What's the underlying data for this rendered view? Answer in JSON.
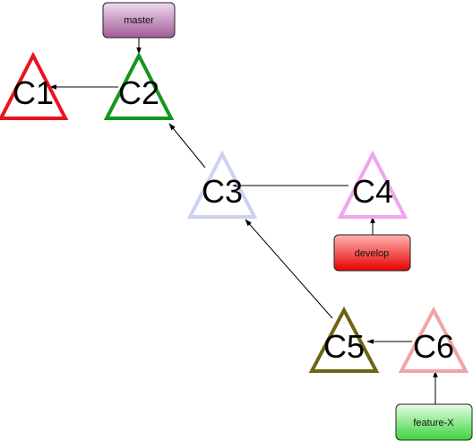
{
  "commits": [
    {
      "id": "C1",
      "label": "C1",
      "color": "#e8141e"
    },
    {
      "id": "C2",
      "label": "C2",
      "color": "#14961e"
    },
    {
      "id": "C3",
      "label": "C3",
      "color": "#cdd2f0"
    },
    {
      "id": "C4",
      "label": "C4",
      "color": "#f0a5f0"
    },
    {
      "id": "C5",
      "label": "C5",
      "color": "#6e6414"
    },
    {
      "id": "C6",
      "label": "C6",
      "color": "#f0a5a5"
    }
  ],
  "refs": [
    {
      "id": "master",
      "label": "master",
      "target": "C2",
      "gradient_top": "#f0dcf0",
      "gradient_bottom": "#a05a96"
    },
    {
      "id": "develop",
      "label": "develop",
      "target": "C4",
      "gradient_top": "#ffb4b4",
      "gradient_bottom": "#e80000"
    },
    {
      "id": "feature-X",
      "label": "feature-X",
      "target": "C6",
      "gradient_top": "#e6ffe6",
      "gradient_bottom": "#3cd23c"
    }
  ],
  "edges": [
    {
      "from": "C2",
      "to": "C1"
    },
    {
      "from": "C3",
      "to": "C2"
    },
    {
      "from": "C4",
      "to": "C3"
    },
    {
      "from": "C5",
      "to": "C3"
    },
    {
      "from": "C6",
      "to": "C5"
    }
  ]
}
